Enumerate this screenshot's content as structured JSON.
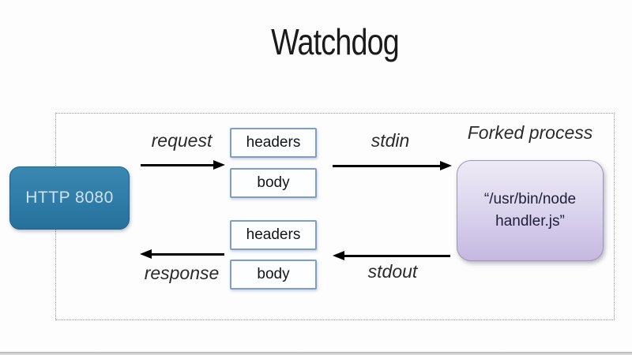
{
  "slide": {
    "title": "Watchdog"
  },
  "diagram": {
    "http_node": {
      "label": "HTTP 8080"
    },
    "request_path": {
      "label": "request",
      "stdin_label": "stdin",
      "message": {
        "headers": "headers",
        "body": "body"
      }
    },
    "response_path": {
      "label": "response",
      "stdout_label": "stdout",
      "message": {
        "headers": "headers",
        "body": "body"
      }
    },
    "forked_process": {
      "title": "Forked process",
      "command_line1": "“/usr/bin/node",
      "command_line2": "handler.js”"
    }
  },
  "colors": {
    "http_node_fill": "#2e7ca7",
    "http_node_text": "#cfe2ee",
    "message_box_border": "#7c9ec7",
    "process_node_top": "#edeaf6",
    "process_node_bottom": "#c4b8e1",
    "arrow": "#000000",
    "boundary_dotted": "#959595",
    "title_text": "#1a1a1a",
    "bottom_strip": "#c4c4c4"
  }
}
